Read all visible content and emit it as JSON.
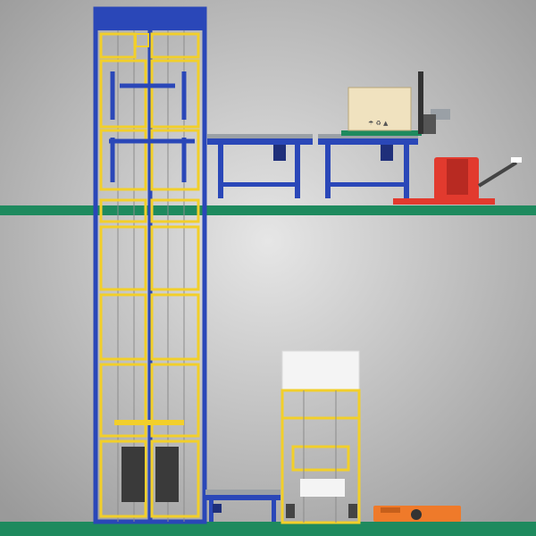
{
  "scene": {
    "colors": {
      "background_top": "#9e9e9e",
      "background_mid": "#d8d8d8",
      "floor": "#1e8a5e",
      "frame_blue": "#2a47b8",
      "frame_yellow": "#f2cf2a",
      "rail_gray": "#8c8c8c",
      "box": "#f0e2bf",
      "truck_red": "#e23a2e",
      "agv_orange": "#ef7a2a",
      "panel_dark": "#3a3a3a",
      "white_cabinet": "#f4f4f4"
    },
    "icons": [
      "pallet-box",
      "pallet-truck",
      "roller-conveyor",
      "vertical-lift",
      "agv-cart"
    ],
    "box_marks": "☂ ♻ ▲"
  }
}
